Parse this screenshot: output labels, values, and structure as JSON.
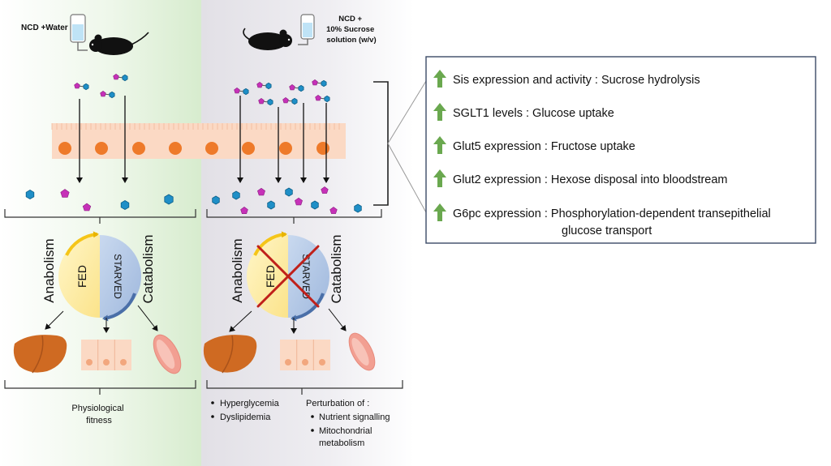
{
  "left_panel": {
    "condition": "NCD +Water",
    "label_anabolism": "Anabolism",
    "label_catabolism": "Catabolism",
    "label_fed": "FED",
    "label_starved": "STARVED",
    "outcome": [
      "Physiological",
      "fitness"
    ]
  },
  "right_panel": {
    "condition": [
      "NCD +",
      "10% Sucrose",
      "solution (w/v)"
    ],
    "label_anabolism": "Anabolism",
    "label_catabolism": "Catabolism",
    "label_fed": "FED",
    "label_starved": "STARVED",
    "outcomes_left": [
      "Hyperglycemia",
      "Dyslipidemia"
    ],
    "perturbation_title": "Perturbation of :",
    "perturbation_items": [
      [
        "Nutrient signalling"
      ],
      [
        "Mitochondrial",
        "metabolism"
      ]
    ]
  },
  "info_box": {
    "items": [
      {
        "text": "Sis expression and activity : Sucrose hydrolysis"
      },
      {
        "text": "SGLT1 levels : Glucose uptake"
      },
      {
        "text": "Glut5 expression : Fructose uptake"
      },
      {
        "text": "Glut2 expression : Hexose disposal into bloodstream"
      },
      {
        "text": "G6pc expression : Phosphorylation-dependent transepithelial",
        "text2": "glucose transport"
      }
    ]
  },
  "colors": {
    "left_bg": "#e3f2dd",
    "right_bg": "#e7e5ea",
    "epithelium": "#fbd9c4",
    "nucleus": "#ee7a2a",
    "glucose": "#1f8fc7",
    "fructose": "#c631b8",
    "liver": "#cf6a22",
    "muscle": "#f29f92",
    "fed_arc": "#f5c518",
    "starved_arc": "#6f95c8",
    "arrow_up": "#6aa84f",
    "box_border": "#3b4a66",
    "cross": "#c0201a"
  }
}
